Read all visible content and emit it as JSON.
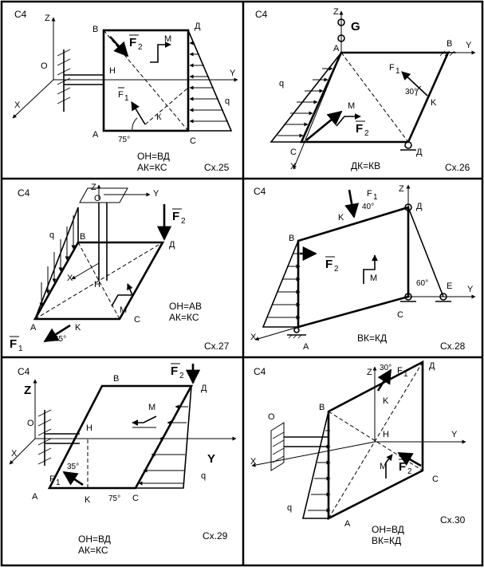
{
  "panels": [
    {
      "id": "p25",
      "code": "С4",
      "caption": "Сх.25",
      "equalities": [
        "ОН=ВД",
        "АК=КС"
      ],
      "point_labels": [
        "В",
        "Д",
        "О",
        "Н",
        "А",
        "К",
        "С",
        "Z",
        "Y",
        "X"
      ],
      "loads": [
        "q",
        "M"
      ],
      "force_labels": [
        "F",
        "2",
        "F",
        "1"
      ],
      "angle": "75°"
    },
    {
      "id": "p26",
      "code": "С4",
      "caption": "Сх.26",
      "equalities": [
        "ДК=КВ"
      ],
      "point_labels": [
        "Z",
        "A",
        "B",
        "Y",
        "K",
        "C",
        "Д",
        "X"
      ],
      "loads": [
        "q",
        "M",
        "G"
      ],
      "force_labels": [
        "F",
        "1",
        "F",
        "2"
      ],
      "angle": "30°"
    },
    {
      "id": "p27",
      "code": "С4",
      "caption": "Сх.27",
      "equalities": [
        "ОН=АВ",
        "АК=КС"
      ],
      "point_labels": [
        "Z",
        "O",
        "Y",
        "B",
        "Д",
        "X",
        "H",
        "A",
        "K",
        "C"
      ],
      "loads": [
        "q",
        "M"
      ],
      "force_labels": [
        "F",
        "2",
        "F",
        "1"
      ],
      "angle": "45°"
    },
    {
      "id": "p28",
      "code": "С4",
      "caption": "Сх.28",
      "equalities": [
        "ВК=КД"
      ],
      "point_labels": [
        "K",
        "Z",
        "Д",
        "B",
        "E",
        "Y",
        "C",
        "X",
        "A"
      ],
      "loads": [
        "M"
      ],
      "force_labels": [
        "F",
        "1",
        "F",
        "2"
      ],
      "angles": [
        "40°",
        "60°"
      ]
    },
    {
      "id": "p29",
      "code": "С4",
      "caption": "Сх.29",
      "equalities": [
        "ОН=ВД",
        "АК=КС"
      ],
      "point_labels": [
        "Z",
        "B",
        "Д",
        "O",
        "H",
        "X",
        "A",
        "K",
        "C",
        "Y"
      ],
      "loads": [
        "q",
        "M"
      ],
      "force_labels": [
        "F",
        "2",
        "F",
        "1"
      ],
      "angles": [
        "35°",
        "75°"
      ]
    },
    {
      "id": "p30",
      "code": "С4",
      "caption": "Сх.30",
      "equalities": [
        "ОН=ВД",
        "ВК=КД"
      ],
      "point_labels": [
        "Z",
        "Д",
        "K",
        "O",
        "B",
        "H",
        "Y",
        "X",
        "C",
        "A"
      ],
      "loads": [
        "q",
        "M"
      ],
      "force_labels": [
        "F",
        "1",
        "F",
        "2"
      ],
      "angle": "30°"
    }
  ]
}
